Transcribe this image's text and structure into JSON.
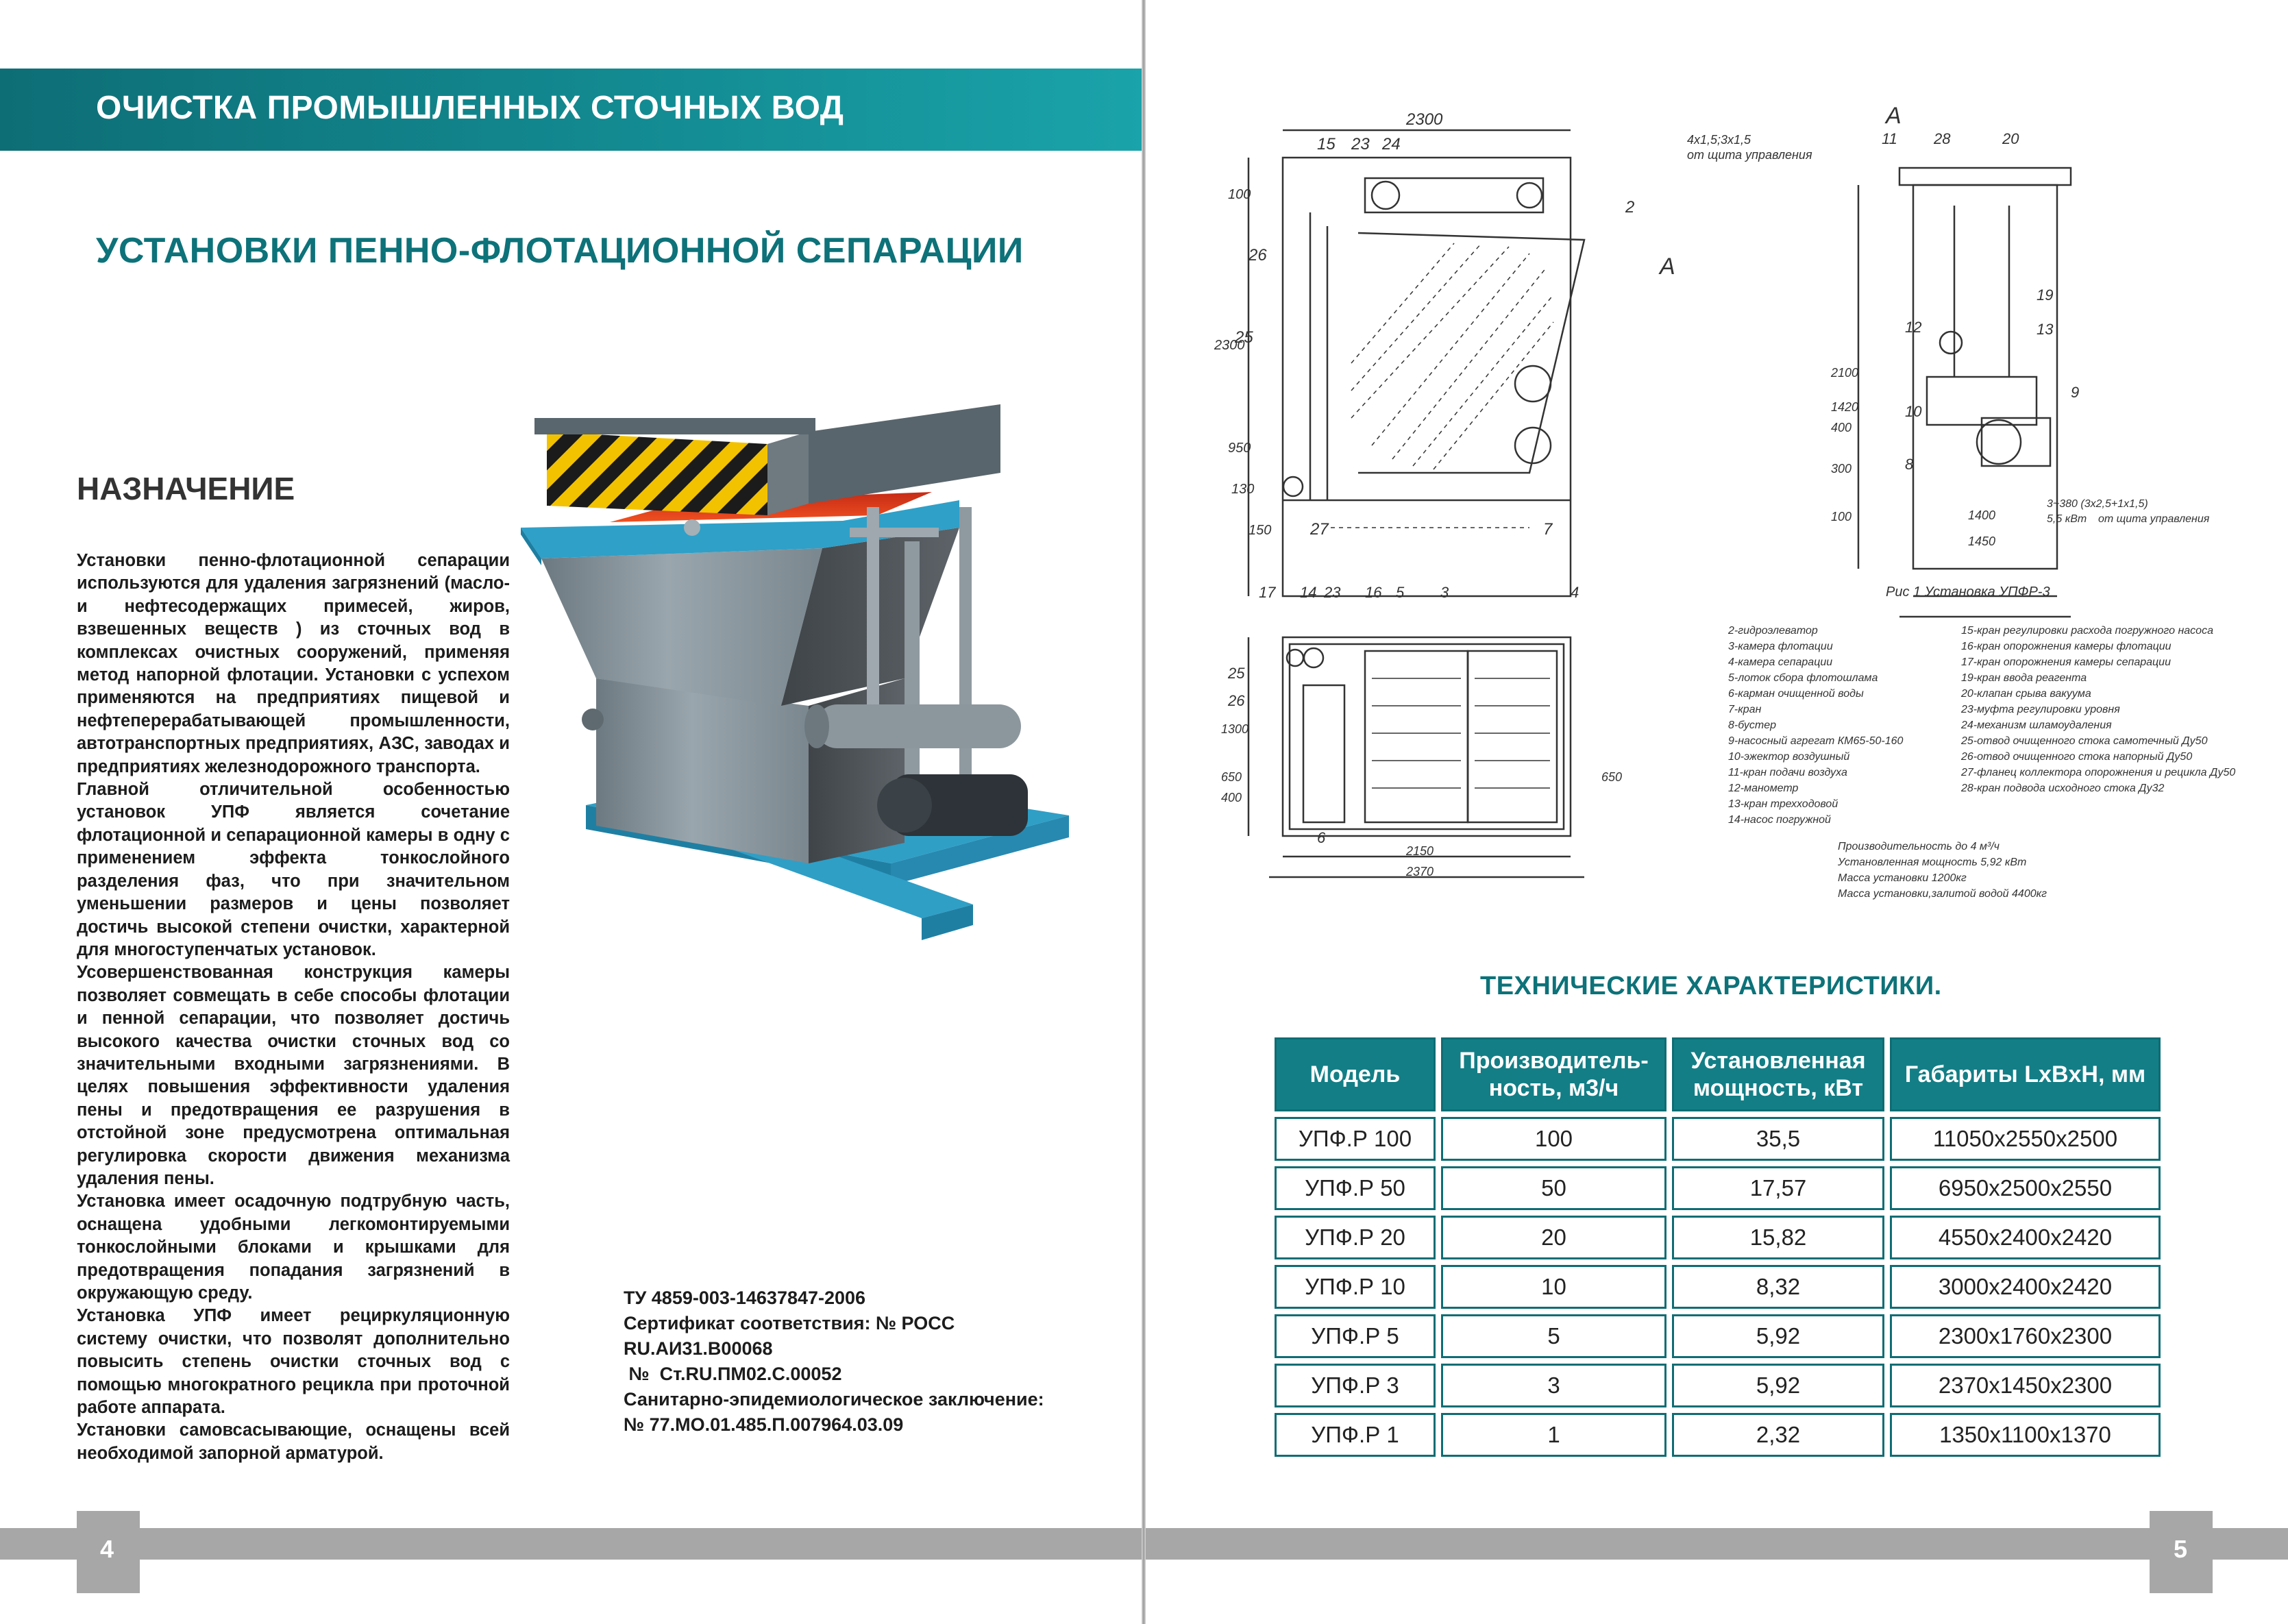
{
  "left_page": {
    "header_title": "ОЧИСТКА ПРОМЫШЛЕННЫХ СТОЧНЫХ ВОД",
    "subtitle": "УСТАНОВКИ ПЕННО-ФЛОТАЦИОННОЙ СЕПАРАЦИИ",
    "purpose_heading": "НАЗНАЧЕНИЕ",
    "paragraphs": [
      "Установки пенно-флотационной сепарации используются для удаления загрязнений (масло- и нефтесодержащих примесей, жиров, взвешенных веществ ) из сточных вод в комплексах очистных сооружений, применяя метод напорной флотации. Установки с успехом применяются на предприятиях пищевой и нефтеперерабатывающей промышленности, автотранспортных предприятиях, АЗС, заводах и предприятиях железнодорожного транспорта.",
      "Главной отличительной особенностью установок УПФ является сочетание флотационной и сепарационной камеры в одну с применением эффекта тонкослойного разделения фаз, что при значительном уменьшении размеров и цены позволяет достичь высокой степени очистки, характерной для многоступенчатых установок.",
      "Усовершенствованная конструкция камеры позволяет совмещать в себе способы флотации и пенной сепарации, что позволяет достичь высокого качества очистки сточных вод со значительными входными загрязнениями. В целях повышения эффективности удаления пены и предотвращения ее разрушения в отстойной зоне предусмотрена оптимальная регулировка скорости движения механизма удаления пены.",
      "Установка имеет осадочную подтрубную часть, оснащена удобными легкомонтируемыми тонкослойными блоками и крышками для предотвращения попадания загрязнений в окружающую среду.",
      "Установка УПФ имеет рециркуляционную систему очистки, что позволят дополнительно повысить степень очистки сточных вод с помощью многократного рецикла при проточной работе аппарата.",
      "Установки самовсасывающие, оснащены всей необходимой запорной арматурой."
    ],
    "cert_lines": [
      "ТУ 4859-003-14637847-2006",
      "Сертификат соответствия: № РОСС",
      "RU.АИ31.B00068",
      " №  Ст.RU.ПМ02.С.00052",
      "Санитарно-эпидемиологическое заключение:",
      "№ 77.МО.01.485.П.007964.03.09"
    ],
    "page_number": "4"
  },
  "right_page": {
    "page_number": "5",
    "drawing": {
      "dims": [
        "2300",
        "4х1,5;3х1,5",
        "от щита управления",
        "2100",
        "1420",
        "400",
        "300",
        "100",
        "1400",
        "1450",
        "3~380  (3х2,5+1х1,5)",
        "5,5 кВт",
        "от щита управления",
        "100",
        "2300",
        "950",
        "130",
        "150",
        "1300",
        "650",
        "400",
        "2150",
        "2370",
        "650"
      ],
      "callouts_front": [
        "15",
        "23",
        "24",
        "2",
        "26",
        "25",
        "27",
        "7"
      ],
      "section_marks": [
        "А",
        "А"
      ],
      "callouts_side": [
        "11",
        "28",
        "20",
        "19",
        "12",
        "13",
        "10",
        "9",
        "8"
      ],
      "callouts_plan": [
        "17",
        "14",
        "23",
        "16",
        "5",
        "3",
        "4",
        "25",
        "26",
        "6"
      ],
      "caption": "Рис 1 Установка УПФР-3",
      "legend_left": [
        "2-гидроэлеватор",
        "3-камера флотации",
        "4-камера сепарации",
        "5-лоток сбора флотошлама",
        "6-карман очищенной воды",
        "7-кран",
        "8-бустер",
        "9-насосный агрегат КМ65-50-160",
        "10-эжектор воздушный",
        "11-кран подачи воздуха",
        "12-манометр",
        "13-кран трехходовой",
        "14-насос погружной"
      ],
      "legend_right": [
        "15-кран регулировки расхода погружного насоса",
        "16-кран опорожнения камеры флотации",
        "17-кран опорожнения камеры сепарации",
        "19-кран ввода реагента",
        "20-клапан срыва вакуума",
        "23-муфта регулировки уровня",
        "24-механизм шламоудаления",
        "25-отвод очищенного стока самотечный Ду50",
        "26-отвод очищенного стока напорный Ду50",
        "27-фланец коллектора опорожнения и рецикла Ду50",
        "28-кран подвода исходного стока Ду32"
      ],
      "specs": [
        "Производительность до 4 м³/ч",
        "Установленная мощность 5,92 кВт",
        "Масса установки 1200кг",
        "Масса установки,залитой водой 4400кг"
      ]
    },
    "tech_title": "ТЕХНИЧЕСКИЕ ХАРАКТЕРИСТИКИ.",
    "table": {
      "headers": [
        "Модель",
        "Производитель-ность, м3/ч",
        "Установленная мощность, кВт",
        "Габариты LxBxH, мм"
      ],
      "rows": [
        [
          "УПФ.Р 100",
          "100",
          "35,5",
          "11050х2550х2500"
        ],
        [
          "УПФ.Р 50",
          "50",
          "17,57",
          "6950х2500х2550"
        ],
        [
          "УПФ.Р 20",
          "20",
          "15,82",
          "4550х2400х2420"
        ],
        [
          "УПФ.Р 10",
          "10",
          "8,32",
          "3000х2400х2420"
        ],
        [
          "УПФ.Р 5",
          "5",
          "5,92",
          "2300х1760х2300"
        ],
        [
          "УПФ.Р 3",
          "3",
          "5,92",
          "2370х1450х2300"
        ],
        [
          "УПФ.Р 1",
          "1",
          "2,32",
          "1350х1100х1370"
        ]
      ]
    }
  },
  "colors": {
    "teal_dark": "#0e6e76",
    "teal_light": "#1aa3aa",
    "title_teal": "#0d7279",
    "footer_gray": "#a7a7a7"
  }
}
